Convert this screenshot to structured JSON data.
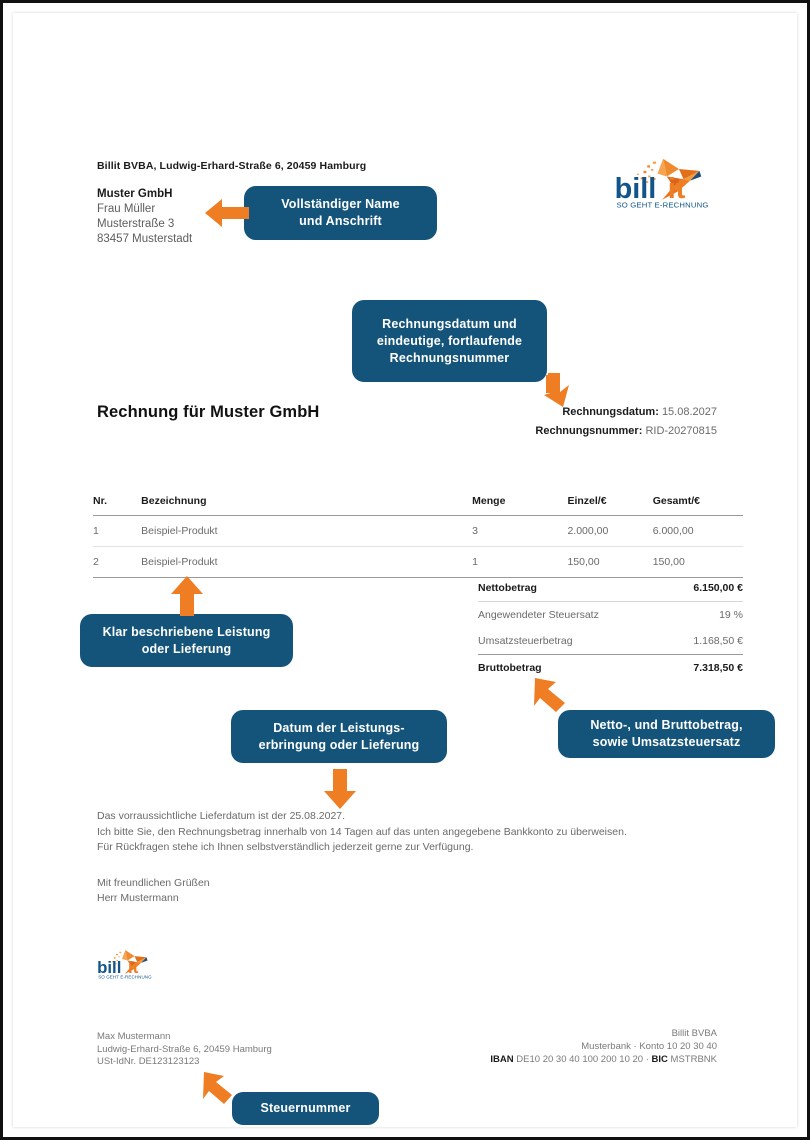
{
  "document": {
    "type": "invoice-sample",
    "sender_line": "Billit BVBA, Ludwig-Erhard-Straße 6, 20459 Hamburg",
    "recipient": {
      "company": "Muster GmbH",
      "contact": "Frau Müller",
      "street": "Musterstraße 3",
      "city": "83457 Musterstadt"
    },
    "title": "Rechnung für Muster GmbH",
    "meta": {
      "date_label": "Rechnungsdatum:",
      "date_value": "15.08.2027",
      "number_label": "Rechnungsnummer:",
      "number_value": "RID-20270815"
    },
    "table": {
      "headers": [
        "Nr.",
        "Bezeichnung",
        "Menge",
        "Einzel/€",
        "Gesamt/€"
      ],
      "rows": [
        {
          "nr": "1",
          "desc": "Beispiel-Produkt",
          "menge": "3",
          "einzel": "2.000,00",
          "gesamt": "6.000,00"
        },
        {
          "nr": "2",
          "desc": "Beispiel-Produkt",
          "menge": "1",
          "einzel": "150,00",
          "gesamt": "150,00"
        }
      ]
    },
    "totals": [
      {
        "label": "Nettobetrag",
        "value": "6.150,00 €",
        "strong": true
      },
      {
        "label": "Angewendeter Steuersatz",
        "value": "19 %",
        "strong": false
      },
      {
        "label": "Umsatzsteuerbetrag",
        "value": "1.168,50 €",
        "strong": false
      },
      {
        "label": "Bruttobetrag",
        "value": "7.318,50 €",
        "strong": true
      }
    ],
    "body": {
      "line1": "Das vorraussichtliche Lieferdatum ist der 25.08.2027.",
      "line2": "Ich bitte Sie, den Rechnungsbetrag innerhalb von 14 Tagen auf das unten angegebene Bankkonto zu überweisen.",
      "line3": "Für Rückfragen stehe ich Ihnen selbstverständlich jederzeit gerne zur Verfügung."
    },
    "signoff": {
      "greeting": "Mit freundlichen Grüßen",
      "name": "Herr Mustermann"
    },
    "footer_left": {
      "name": "Max Mustermann",
      "address": "Ludwig-Erhard-Straße 6, 20459 Hamburg",
      "tax_id": "USt-IdNr. DE123123123"
    },
    "footer_right": {
      "company": "Billit BVBA",
      "bank": "Musterbank · Konto 10 20 30 40",
      "iban_label": "IBAN",
      "iban_value": "DE10 20 30 40 100 200 10 20",
      "separator": "·",
      "bic_label": "BIC",
      "bic_value": "MSTRBNK"
    }
  },
  "logo": {
    "word_first": "bill",
    "word_second": "it",
    "tagline": "SO GEHT E-RECHNUNG",
    "blue": "#11558a",
    "orange": "#ee7d23"
  },
  "callouts": [
    {
      "id": "name-address",
      "text": "Vollständiger Name und Anschrift"
    },
    {
      "id": "date-number",
      "text": "Rechnungsdatum und eindeutige, fortlaufende Rechnungsnummer"
    },
    {
      "id": "service-desc",
      "text": "Klar beschriebene Leistung oder Lieferung"
    },
    {
      "id": "service-date",
      "text": "Datum der Leistungs- erbringung oder Lieferung"
    },
    {
      "id": "amounts",
      "text": "Netto-, und Bruttobetrag, sowie Umsatzsteuersatz"
    },
    {
      "id": "tax-number",
      "text": "Steuernummer"
    }
  ],
  "callout_lines": {
    "b1_l1": "Vollständiger Name",
    "b1_l2": "und Anschrift",
    "b2_l1": "Rechnungsdatum und",
    "b2_l2": "eindeutige, fortlaufende",
    "b2_l3": "Rechnungsnummer",
    "b3_l1": "Klar beschriebene Leistung",
    "b3_l2": "oder Lieferung",
    "b4_l1": "Datum der Leistungs-",
    "b4_l2": "erbringung oder Lieferung",
    "b5_l1": "Netto-, und Bruttobetrag,",
    "b5_l2": "sowie Umsatzsteuersatz",
    "b6_l1": "Steuernummer"
  },
  "theme": {
    "bubble_blue": "#14547a",
    "arrow_orange": "#ee7d23",
    "page_border": "#111111"
  }
}
